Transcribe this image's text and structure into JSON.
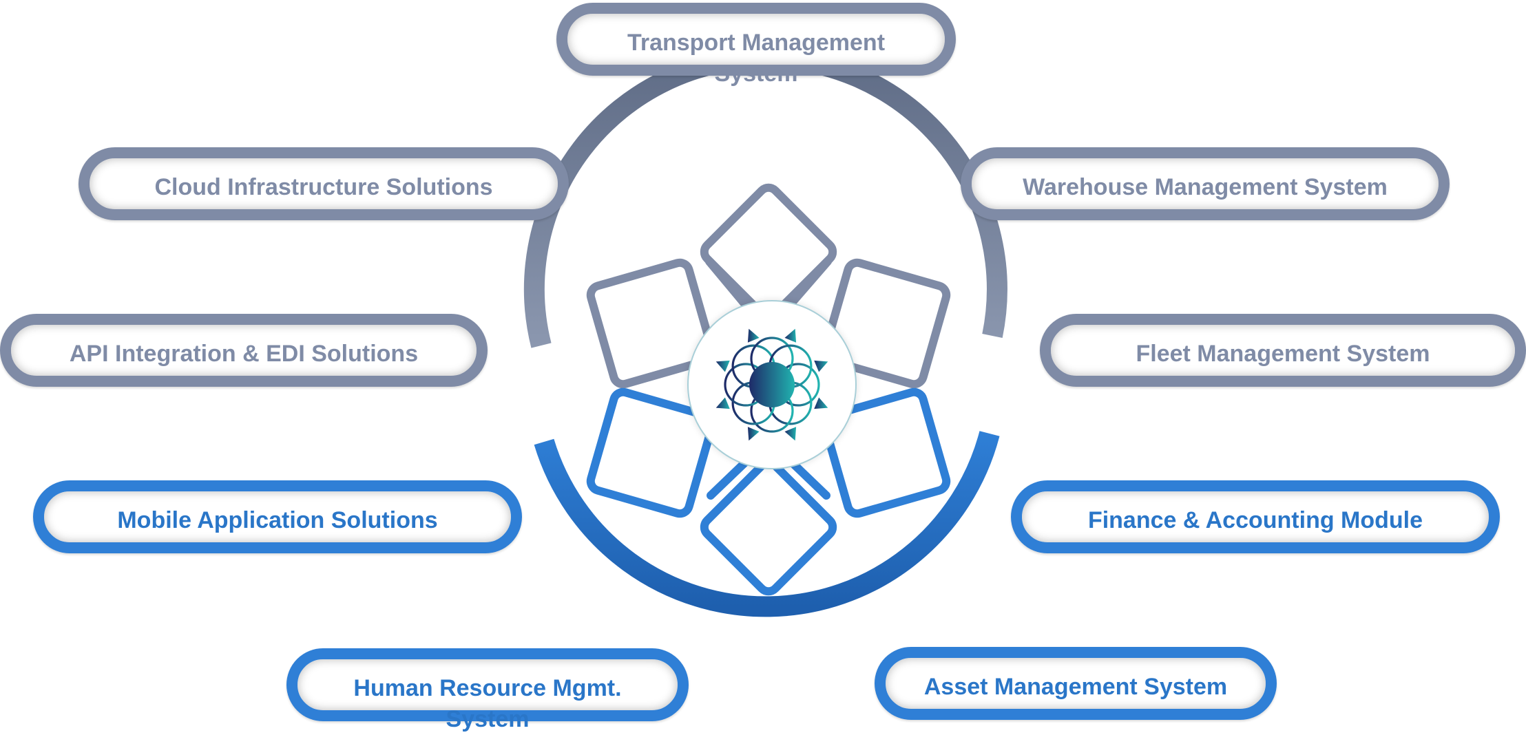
{
  "colors": {
    "grey": "#7f8ba6",
    "blue": "#2f7fd6",
    "logo_gradient_start": "#1e2a68",
    "logo_gradient_end": "#21b4b0"
  },
  "center_icon": "flower-logo-icon",
  "modules": {
    "transport": "Transport Management System",
    "cloud": "Cloud Infrastructure Solutions",
    "warehouse": "Warehouse Management System",
    "api": "API Integration & EDI Solutions",
    "fleet": "Fleet Management System",
    "mobile": "Mobile Application Solutions",
    "finance": "Finance & Accounting Module",
    "hr": "Human Resource Mgmt. System",
    "asset": "Asset Management System"
  }
}
